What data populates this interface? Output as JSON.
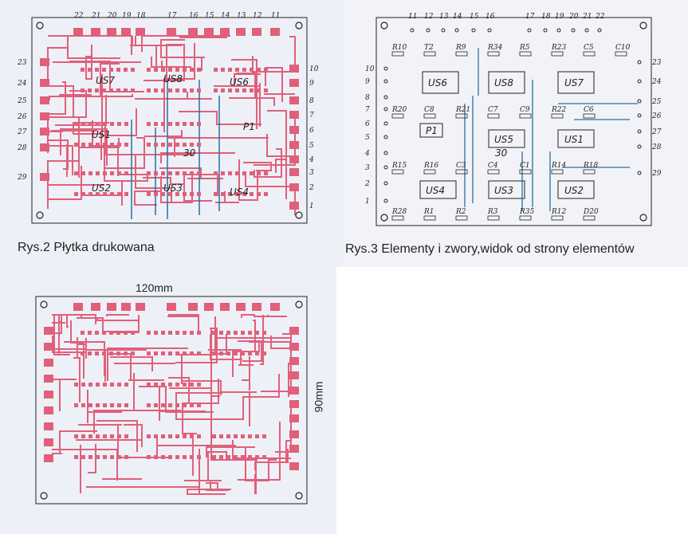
{
  "figure2": {
    "caption": "Rys.2 Płytka drukowana",
    "top_pins": [
      "22",
      "21",
      "20",
      "19",
      "18",
      "17",
      "16",
      "15",
      "14",
      "13",
      "12",
      "11"
    ],
    "left_pins": [
      "23",
      "24",
      "25",
      "26",
      "27",
      "28",
      "29"
    ],
    "right_pins": [
      "10",
      "9",
      "8",
      "7",
      "6",
      "5",
      "4",
      "3",
      "2",
      "1"
    ],
    "ics": [
      "US7",
      "US8",
      "US6",
      "US1",
      "US2",
      "US3",
      "US4",
      "P1",
      "30"
    ]
  },
  "figure3": {
    "caption": "Rys.3 Elementy i zwory,widok od strony elementów",
    "top_pins": [
      "11",
      "12",
      "13",
      "14",
      "15",
      "16",
      "17",
      "18",
      "19",
      "20",
      "21",
      "22"
    ],
    "left_pins": [
      "10",
      "9",
      "8",
      "7",
      "6",
      "5",
      "4",
      "3",
      "2",
      "1"
    ],
    "right_pins": [
      "23",
      "24",
      "25",
      "26",
      "27",
      "28",
      "29"
    ],
    "ics": [
      "US6",
      "US8",
      "US7",
      "US5",
      "US1",
      "US4",
      "US3",
      "US2",
      "P1",
      "30"
    ],
    "parts": [
      "R10",
      "T2",
      "R9",
      "R34",
      "R5",
      "R23",
      "C5",
      "C10",
      "R20",
      "C8",
      "R21",
      "C7",
      "C9",
      "R22",
      "C6",
      "R15",
      "R16",
      "C3",
      "C4",
      "C1",
      "R14",
      "R18",
      "R28",
      "R1",
      "R2",
      "R3",
      "R35",
      "R12",
      "D20"
    ]
  },
  "figure_bottom": {
    "width_label": "120mm",
    "height_label": "90mm"
  },
  "colors": {
    "trace": "#e0607a",
    "jumper": "#2a6fa0",
    "ink": "#222222"
  }
}
